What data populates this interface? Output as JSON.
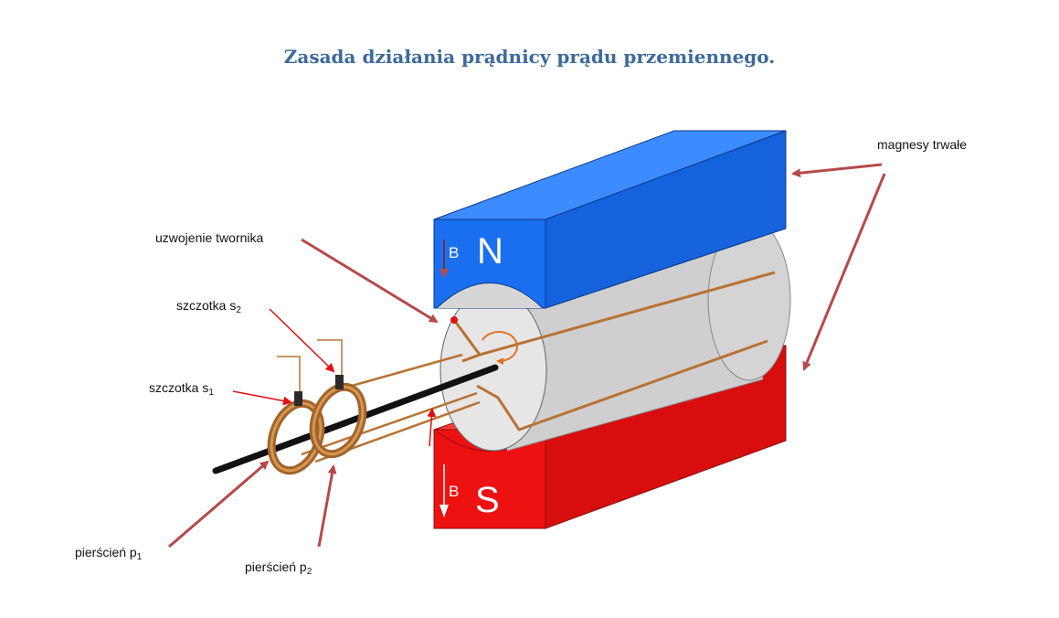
{
  "title": "Zasada działania prądnicy prądu przemiennego.",
  "labels": {
    "magnets": "magnesy trwałe",
    "winding": "uzwojenie twornika",
    "brush2": {
      "text": "szczotka s",
      "sub": "2"
    },
    "brush1": {
      "text": "szczotka s",
      "sub": "1"
    },
    "ring1": {
      "text": "pierścień p",
      "sub": "1"
    },
    "ring2": {
      "text": "pierścień p",
      "sub": "2"
    }
  },
  "magnet_north": {
    "letter": "N",
    "field": "B"
  },
  "magnet_south": {
    "letter": "S",
    "field": "B"
  },
  "colors": {
    "north": "#1a6ff0",
    "south": "#ee1111",
    "rotor": "#d9d9d9",
    "copper": "#b87333",
    "arrow": "#b54a4a",
    "title": "#3c6a9c"
  }
}
